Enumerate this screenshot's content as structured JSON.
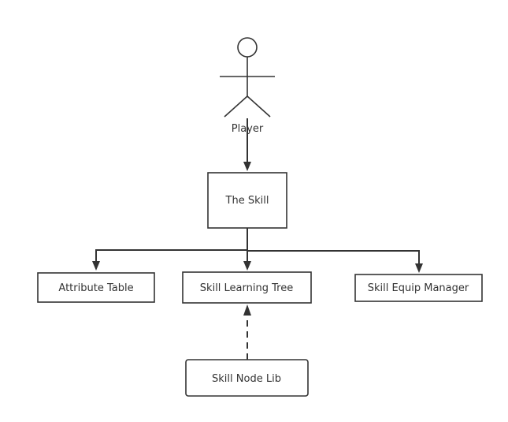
{
  "diagram": {
    "actor": {
      "label": "Player"
    },
    "nodes": {
      "the_skill": "The Skill",
      "attribute_table": "Attribute Table",
      "skill_learning_tree": "Skill Learning Tree",
      "skill_equip_manager": "Skill Equip Manager",
      "skill_node_lib": "Skill Node Lib"
    },
    "edges": [
      {
        "from": "Player",
        "to": "The Skill",
        "style": "solid"
      },
      {
        "from": "The Skill",
        "to": "Attribute Table",
        "style": "solid"
      },
      {
        "from": "The Skill",
        "to": "Skill Learning Tree",
        "style": "solid"
      },
      {
        "from": "The Skill",
        "to": "Skill Equip Manager",
        "style": "solid"
      },
      {
        "from": "Skill Node Lib",
        "to": "Skill Learning Tree",
        "style": "dashed"
      }
    ],
    "colors": {
      "stroke": "#333333",
      "background": "#ffffff",
      "text": "#333333"
    }
  }
}
